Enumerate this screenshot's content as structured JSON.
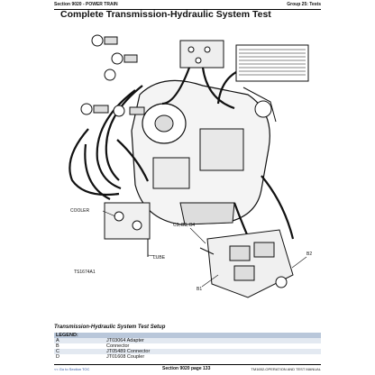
{
  "header": {
    "section": "Section 9020 - POWER TRAIN",
    "group": "Group 25: Tests"
  },
  "title": "Complete Transmission-Hydraulic System Test",
  "diagram": {
    "callouts": {
      "cooler": "COOLER",
      "lube": "LUBE",
      "c3b3b4": "C3, B3, B4",
      "b1": "B1",
      "b2": "B2",
      "figure_id": "TS1674A1"
    }
  },
  "setup": {
    "title": "Transmission-Hydraulic System Test Setup",
    "legend_header": "LEGEND:",
    "items": [
      {
        "code": "A",
        "desc": "JT03064 Adapter"
      },
      {
        "code": "B",
        "desc": "Connector"
      },
      {
        "code": "C",
        "desc": "JT05489 Connector"
      },
      {
        "code": "D",
        "desc": "JT01608 Coupler"
      }
    ]
  },
  "footer": {
    "left": "<< Go to Section TOC",
    "middle": "Section 9020 page 133",
    "right": "TM1652-OPERATION AND TEST MANUAL"
  }
}
